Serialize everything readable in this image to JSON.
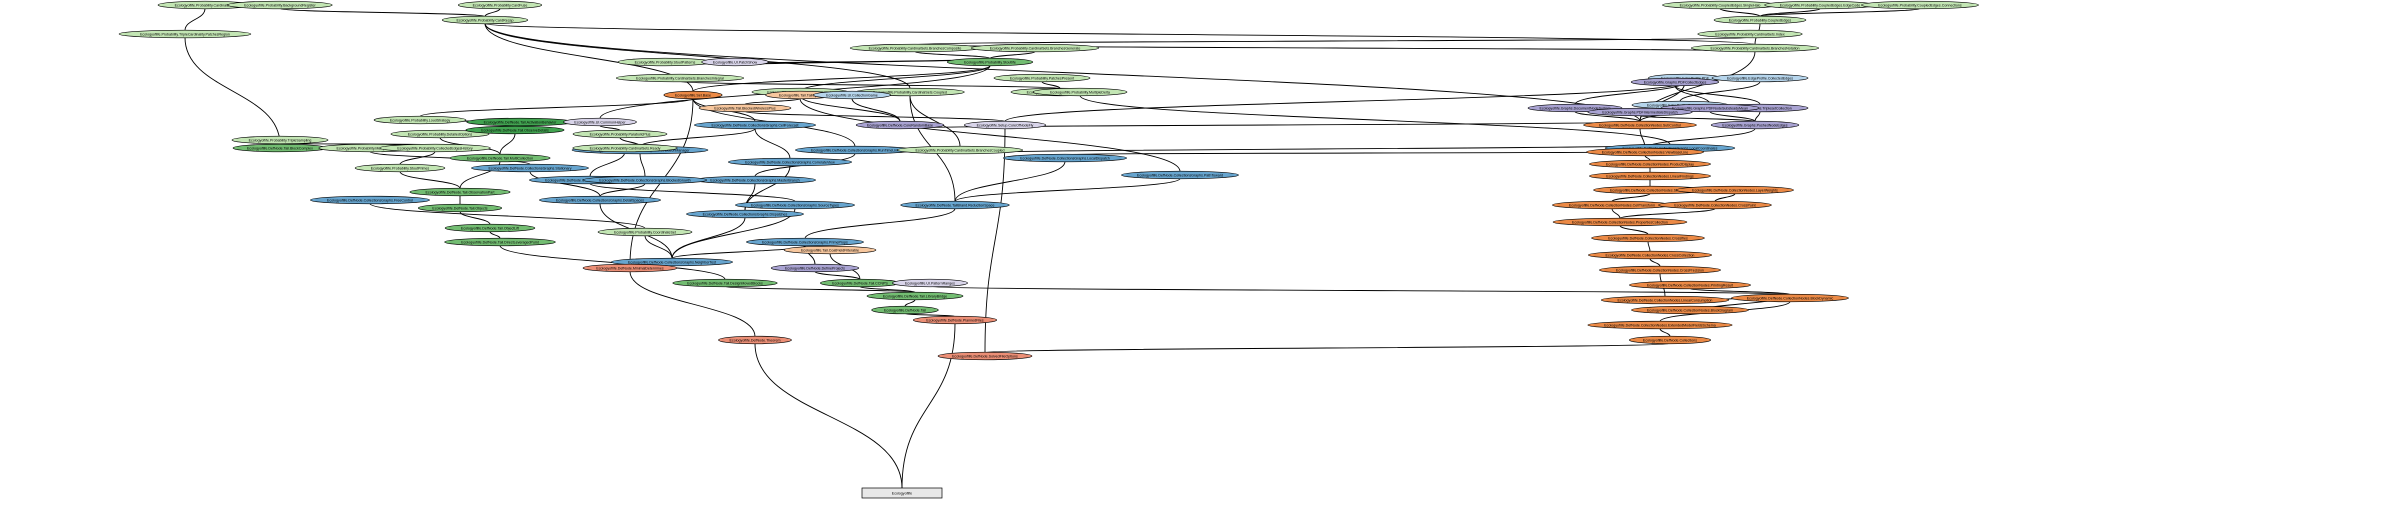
{
  "colors": {
    "light_green": "#c3e6b4",
    "green": "#73bd72",
    "dark_green": "#41a350",
    "light_blue": "#b6d5ec",
    "blue": "#67a5cf",
    "lavender": "#d9d5ea",
    "purple": "#a9a3d2",
    "peach": "#f7c79e",
    "orange": "#ec8a46",
    "salmon": "#ec8f76",
    "root": "#e8e8e8",
    "edge": "#000000"
  },
  "graph": {
    "root_label": "Ecologyoflife",
    "nodes": [
      {
        "id": "n1",
        "label": "Ecologyoflife.Probability.CardinalDelta",
        "color": "light_green"
      },
      {
        "id": "n2",
        "label": "Ecologyoflife.Probability.BackgroundRegister",
        "color": "light_green"
      },
      {
        "id": "n3",
        "label": "Ecologyoflife.Probability.CardFuse",
        "color": "light_green"
      },
      {
        "id": "n4",
        "label": "Ecologyoflife.Probability.CoupledEdges.SingleHalo",
        "color": "light_green"
      },
      {
        "id": "n5",
        "label": "Ecologyoflife.Probability.CoupledEdges.EdgeCode",
        "color": "light_green"
      },
      {
        "id": "n6",
        "label": "Ecologyoflife.Probability.CoupledEdges.Connections",
        "color": "light_green"
      },
      {
        "id": "n7",
        "label": "Ecologyoflife.Probability.CardRecap",
        "color": "light_green"
      },
      {
        "id": "n8",
        "label": "Ecologyoflife.Probability.CoupledEdges",
        "color": "light_green"
      },
      {
        "id": "n9",
        "label": "Ecologyoflife.Probability.TripleCardinality.PatchesRegion",
        "color": "light_green"
      },
      {
        "id": "n10",
        "label": "Ecologyoflife.Probability.CardinalSets.Index",
        "color": "light_green"
      },
      {
        "id": "n11",
        "label": "Ecologyoflife.Probability.CardinalSets.BranchesComposite",
        "color": "light_green"
      },
      {
        "id": "n12",
        "label": "Ecologyoflife.Probability.CardinalSets.BranchesGenerate",
        "color": "light_green"
      },
      {
        "id": "n13",
        "label": "Ecologyoflife.Probability.CardinalSets.BranchesNotation",
        "color": "light_green"
      },
      {
        "id": "n14",
        "label": "Ecologyoflife.Probability.StoutPatterns",
        "color": "light_green"
      },
      {
        "id": "n15",
        "label": "Ecologyoflife.UI.PatchShow",
        "color": "lavender"
      },
      {
        "id": "n16",
        "label": "Ecologyoflife.Probability.Stoutlife",
        "color": "green"
      },
      {
        "id": "n17",
        "label": "Ecologyoflife.Probability.PatchesPresent",
        "color": "light_green"
      },
      {
        "id": "n18",
        "label": "Ecologyoflife.Probability.CardinalSets.BranchesIntegral",
        "color": "light_green"
      },
      {
        "id": "n19",
        "label": "Ecologyoflife.EdgeProfile.PDF",
        "color": "light_blue"
      },
      {
        "id": "n20",
        "label": "Ecologyoflife.EdgeProfile.CollectedEdges",
        "color": "light_blue"
      },
      {
        "id": "n21",
        "label": "Ecologyoflife.Graphs.PDFCollectEdges",
        "color": "purple"
      },
      {
        "id": "n22",
        "label": "Ecologyoflife.Probability.CardinalSets.Coupled",
        "color": "light_green"
      },
      {
        "id": "n23",
        "label": "Ecologyoflife.Probability.TheoremStrategy",
        "color": "light_green"
      },
      {
        "id": "n24",
        "label": "Ecologyoflife.Probability.MultipleDelta",
        "color": "light_green"
      },
      {
        "id": "n25",
        "label": "Ecologyoflife.Probability.BackgroundSets",
        "color": "light_green"
      },
      {
        "id": "n26",
        "label": "Ecologyoflife.Set.Base",
        "color": "orange"
      },
      {
        "id": "n27",
        "label": "Ecologyoflife.Tail.TailOpen",
        "color": "peach"
      },
      {
        "id": "n28",
        "label": "Ecologyoflife.UI.CollectionGame",
        "color": "light_blue"
      },
      {
        "id": "n29",
        "label": "Ecologyoflife.EdgeProfile.CollectedEdges",
        "color": "light_blue"
      },
      {
        "id": "n30",
        "label": "Ecologyoflife.Graphs.DocumentNodeSystem",
        "color": "purple"
      },
      {
        "id": "n31",
        "label": "Ecologyoflife.Graphs.TriplesetCollection",
        "color": "purple"
      },
      {
        "id": "n32",
        "label": "Ecologyoflife.Graphs.PDFNodeSubsteadyMean",
        "color": "purple"
      },
      {
        "id": "n33",
        "label": "Ecologyoflife.Probability.LoudStrategy",
        "color": "light_green"
      },
      {
        "id": "n34",
        "label": "Ecologyoflife.DefNode.Tail.ActivationBehavior",
        "color": "dark_green"
      },
      {
        "id": "n35",
        "label": "Ecologyoflife.UI.CommonHelper",
        "color": "lavender"
      },
      {
        "id": "n36",
        "label": "Ecologyoflife.Tail.BlockedWirelessPlus",
        "color": "peach"
      },
      {
        "id": "n37",
        "label": "Ecologyoflife.DefNode.CollectionsGraphs.CellForecast",
        "color": "blue"
      },
      {
        "id": "n38",
        "label": "Ecologyoflife.DefNode.CoreRandomBase",
        "color": "purple"
      },
      {
        "id": "n39",
        "label": "Ecologyoflife.Setup.CoreOfNodeFly",
        "color": "lavender"
      },
      {
        "id": "n40",
        "label": "Ecologyoflife.DefNode.CollectionNodes.SubControl",
        "color": "orange"
      },
      {
        "id": "n41",
        "label": "Ecologyoflife.Graphs.PDFIntermediateDispatch",
        "color": "purple"
      },
      {
        "id": "n42",
        "label": "Ecologyoflife.Graphs.PushedNodeEdges",
        "color": "purple"
      },
      {
        "id": "n43",
        "label": "Ecologyoflife.Probability.DetailedOptions",
        "color": "light_green"
      },
      {
        "id": "n44",
        "label": "Ecologyoflife.Probability.ParabolicPlus",
        "color": "light_green"
      },
      {
        "id": "n45",
        "label": "Ecologyoflife.DefNode.Tail.ObserveDetails",
        "color": "dark_green"
      },
      {
        "id": "n46",
        "label": "Ecologyoflife.DefNode.Tail.BlockComplex",
        "color": "green"
      },
      {
        "id": "n47",
        "label": "Ecologyoflife.Probability.MultipleCoverSlot",
        "color": "light_green"
      },
      {
        "id": "n48",
        "label": "Ecologyoflife.DefNode.CollectionsGraphs.DistributionManager",
        "color": "blue"
      },
      {
        "id": "n49",
        "label": "Ecologyoflife.DefNode.CollectionsGraphs.LocalCoordinates",
        "color": "blue"
      },
      {
        "id": "n50",
        "label": "Ecologyoflife.Probability.TripleSampling",
        "color": "light_green"
      },
      {
        "id": "n51",
        "label": "Ecologyoflife.Probability.CollectedEdgesHistory",
        "color": "light_green"
      },
      {
        "id": "n52",
        "label": "Ecologyoflife.DefNode.CollectionsGraphs.RunTimeLink",
        "color": "blue"
      },
      {
        "id": "n53",
        "label": "Ecologyoflife.DefNode.CollectionNodes.ViewBaseLine",
        "color": "orange"
      },
      {
        "id": "n54",
        "label": "Ecologyoflife.Probability.CardinalSets.BranchesCoupled",
        "color": "light_green"
      },
      {
        "id": "n55",
        "label": "Ecologyoflife.DefNode.Tail.MultiCollection",
        "color": "green"
      },
      {
        "id": "n56",
        "label": "Ecologyoflife.Probability.CardinalSets.Ready",
        "color": "light_green"
      },
      {
        "id": "n57",
        "label": "Ecologyoflife.DefNode.CollectionsGraphs.LocalDispatch",
        "color": "blue"
      },
      {
        "id": "n58",
        "label": "Ecologyoflife.DefNode.CollectionNodes.ProductDisplay",
        "color": "orange"
      },
      {
        "id": "n59",
        "label": "Ecologyoflife.DefNode.CollectionNodes.LinearFindings",
        "color": "orange"
      },
      {
        "id": "n60",
        "label": "Ecologyoflife.DefNode.CollectionsGraphs.CorrelateView",
        "color": "blue"
      },
      {
        "id": "n61",
        "label": "Ecologyoflife.DefNode.CollectionsGraphs.Stationary",
        "color": "blue"
      },
      {
        "id": "n62",
        "label": "Ecologyoflife.Probability.StoutPrimes",
        "color": "light_green"
      },
      {
        "id": "n63",
        "label": "Ecologyoflife.DefNode.CollectionsGraphs.PathToward",
        "color": "blue"
      },
      {
        "id": "n64",
        "label": "Ecologyoflife.DefNode.CollectionsGraphs.CondVariance",
        "color": "blue"
      },
      {
        "id": "n65",
        "label": "Ecologyoflife.DefNode.CollectionsGraphs.MasterBranch",
        "color": "blue"
      },
      {
        "id": "n66",
        "label": "Ecologyoflife.DefNode.CollectionsGraphs.BlockedGrowth",
        "color": "blue"
      },
      {
        "id": "n67",
        "label": "Ecologyoflife.DefNode.CollectionNodes.Structures",
        "color": "orange"
      },
      {
        "id": "n68",
        "label": "Ecologyoflife.DefNode.CollectionNodes.LayerWeights",
        "color": "orange"
      },
      {
        "id": "n69",
        "label": "Ecologyoflife.DefNode.Tail.ObservationPart",
        "color": "green"
      },
      {
        "id": "n70",
        "label": "Ecologyoflife.DefNode.CollectionsGraphs.FreeControl",
        "color": "blue"
      },
      {
        "id": "n71",
        "label": "Ecologyoflife.DefNode.CollectionsGraphs.DetailSpaces",
        "color": "blue"
      },
      {
        "id": "n72",
        "label": "Ecologyoflife.DefNode.CollectionsGraphs.SourceTypes",
        "color": "blue"
      },
      {
        "id": "n73",
        "label": "Ecologyoflife.DefNode.TailBrand.ReductionSpace",
        "color": "blue"
      },
      {
        "id": "n74",
        "label": "Ecologyoflife.DefNode.CollectionNodes.CellTransform",
        "color": "orange"
      },
      {
        "id": "n75",
        "label": "Ecologyoflife.DefNode.CollectionNodes.CrossPoint",
        "color": "orange"
      },
      {
        "id": "n76",
        "label": "Ecologyoflife.DefNode.Tail.Objects",
        "color": "green"
      },
      {
        "id": "n77",
        "label": "Ecologyoflife.DefNode.CollectionsGraphs.Dispatches",
        "color": "blue"
      },
      {
        "id": "n78",
        "label": "Ecologyoflife.DefNode.CollectionNodes.PropertiesCollection",
        "color": "orange"
      },
      {
        "id": "n79",
        "label": "Ecologyoflife.DefNode.Tail.ObjectLift",
        "color": "green"
      },
      {
        "id": "n80",
        "label": "Ecologyoflife.Probability.CoordinateSet",
        "color": "light_green"
      },
      {
        "id": "n81",
        "label": "Ecologyoflife.DefNode.Tail.DirectLeveragedPoint",
        "color": "green"
      },
      {
        "id": "n82",
        "label": "Ecologyoflife.DefNode.CollectionsGraphs.PrimeProps",
        "color": "blue"
      },
      {
        "id": "n83",
        "label": "Ecologyoflife.DefNode.CollectionNodes.Crossfiles",
        "color": "orange"
      },
      {
        "id": "n84",
        "label": "Ecologyoflife.Tail.CoatFieldFilterable",
        "color": "peach"
      },
      {
        "id": "n85",
        "label": "Ecologyoflife.DefNode.CollectionNodes.CrossCollection",
        "color": "orange"
      },
      {
        "id": "n86",
        "label": "Ecologyoflife.DefNode.CollectionsGraphs.NeighborTest",
        "color": "blue"
      },
      {
        "id": "n87",
        "label": "Ecologyoflife.DefNode.DefineProjects",
        "color": "purple"
      },
      {
        "id": "n88",
        "label": "Ecologyoflife.DefNode.MinimalDetermines",
        "color": "salmon"
      },
      {
        "id": "n89",
        "label": "Ecologyoflife.DefNode.Tail.DesignMovedBlocks",
        "color": "green"
      },
      {
        "id": "n90",
        "label": "Ecologyoflife.DefNode.Tail.CCNPS",
        "color": "green"
      },
      {
        "id": "n91",
        "label": "Ecologyoflife.UI.PatternRanges",
        "color": "lavender"
      },
      {
        "id": "n92",
        "label": "Ecologyoflife.DefNode.CollectionNodes.CrossPrecision",
        "color": "orange"
      },
      {
        "id": "n93",
        "label": "Ecologyoflife.DefNode.CollectionNodes.PrintingResult",
        "color": "orange"
      },
      {
        "id": "n94",
        "label": "Ecologyoflife.DefNode.Tail.LibraryBridge",
        "color": "green"
      },
      {
        "id": "n95",
        "label": "Ecologyoflife.DefNode.CollectionNodes.LinearConsumption",
        "color": "orange"
      },
      {
        "id": "n96",
        "label": "Ecologyoflife.DefNode.CollectionNodes.BlockDynamic",
        "color": "orange"
      },
      {
        "id": "n97",
        "label": "Ecologyoflife.DefNode.Tail",
        "color": "green"
      },
      {
        "id": "n98",
        "label": "Ecologyoflife.DefNode.CollectionNodes.BlockDiagram",
        "color": "orange"
      },
      {
        "id": "n99",
        "label": "Ecologyoflife.DefNode.PlannedFiles",
        "color": "salmon"
      },
      {
        "id": "n100",
        "label": "Ecologyoflife.DefNode.CollectionNodes.ExtendedModelFieldsSchema",
        "color": "orange"
      },
      {
        "id": "n101",
        "label": "Ecologyoflife.DefNode.Theorem",
        "color": "salmon"
      },
      {
        "id": "n102",
        "label": "Ecologyoflife.DefNode.Collections",
        "color": "orange"
      },
      {
        "id": "n103",
        "label": "Ecologyoflife.DefNode.SolvedFileOptions",
        "color": "salmon"
      }
    ]
  }
}
